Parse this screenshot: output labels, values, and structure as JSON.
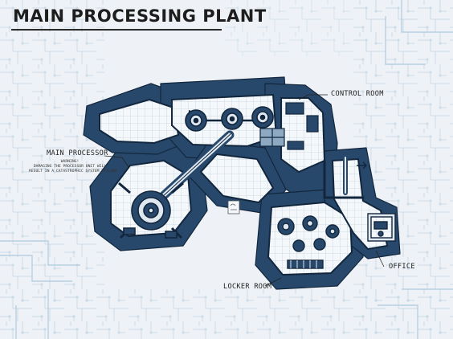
{
  "map": {
    "title": "MAIN PROCESSING PLANT",
    "labels": {
      "control_room": "CONTROL ROOM",
      "main_processor": "MAIN PROCESSOR",
      "warning_title": "WARNING!",
      "warning_line1": "DAMAGING THE PROCESSOR UNIT WILL",
      "warning_line2": "RESULT IN A CATASTROPHIC SYSTEM FAILURE",
      "locker_room": "LOCKER ROOM",
      "office": "OFFICE"
    },
    "colors": {
      "background": "#eef2f6",
      "circuit": "#b7cfe2",
      "wall": "#27486b",
      "wall_dark": "#12263d",
      "floor": "#f5f8fb",
      "grid": "#c4d3e0"
    }
  }
}
